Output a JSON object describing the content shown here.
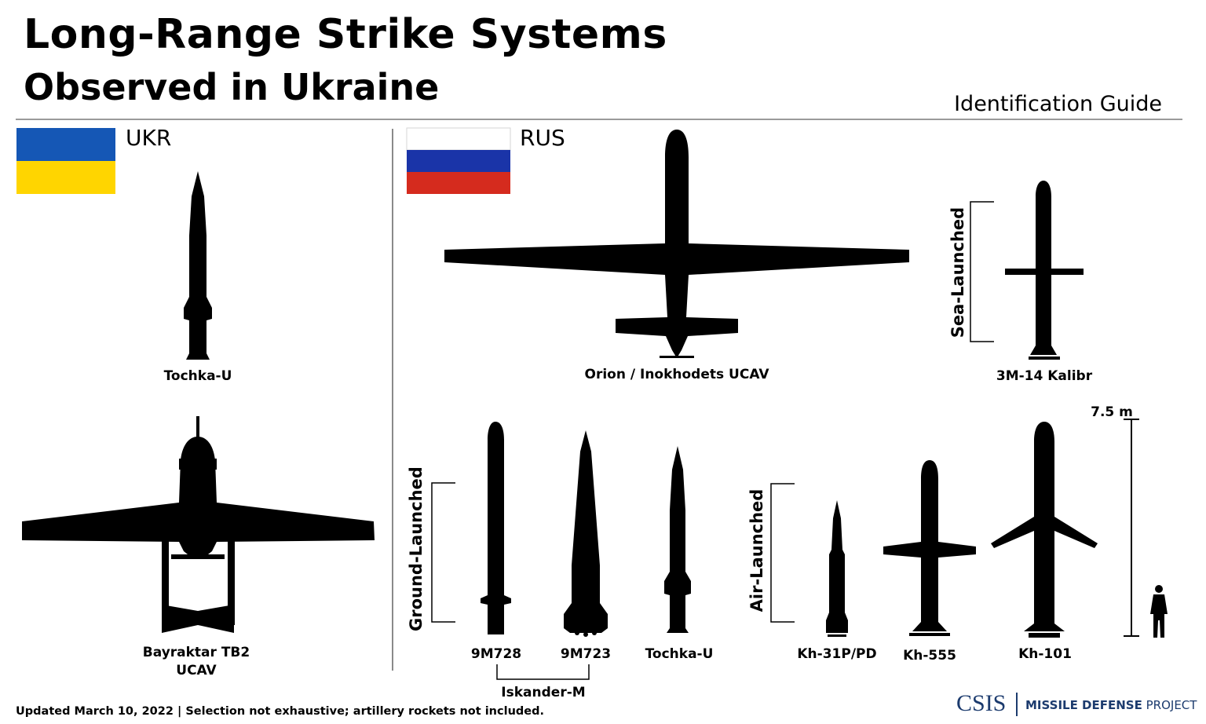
{
  "header": {
    "title": "Long-Range Strike Systems",
    "subtitle": "Observed in Ukraine",
    "guide": "Identification Guide"
  },
  "ukr": {
    "code": "UKR",
    "flag_colors": [
      "#1557b5",
      "#ffd500"
    ],
    "systems": [
      {
        "label": "Tochka-U"
      },
      {
        "label_line1": "Bayraktar TB2",
        "label_line2": "UCAV"
      }
    ]
  },
  "rus": {
    "code": "RUS",
    "flag_colors": [
      "#ffffff",
      "#1a34a8",
      "#d52b1e"
    ],
    "uav": {
      "label": "Orion / Inokhodets UCAV"
    },
    "sea": {
      "group": "Sea-Launched",
      "systems": [
        {
          "label": "3M-14 Kalibr"
        }
      ]
    },
    "ground": {
      "group": "Ground-Launched",
      "systems": [
        {
          "label": "9M728"
        },
        {
          "label": "9M723"
        },
        {
          "label": "Tochka-U"
        }
      ],
      "family": "Iskander-M"
    },
    "air": {
      "group": "Air-Launched",
      "systems": [
        {
          "label": "Kh-31P/PD"
        },
        {
          "label": "Kh-555"
        },
        {
          "label": "Kh-101"
        }
      ]
    },
    "scale": {
      "label": "7.5 m"
    }
  },
  "footer": {
    "note": "Updated March 10, 2022  | Selection not exhaustive; artillery rockets not included.",
    "logo_csis": "CSIS",
    "logo_project_bold": "MISSILE DEFENSE",
    "logo_project_light": "PROJECT"
  },
  "colors": {
    "silhouette": "#000000",
    "divider": "#9a9a9a",
    "logo_blue": "#1c3b6e"
  }
}
